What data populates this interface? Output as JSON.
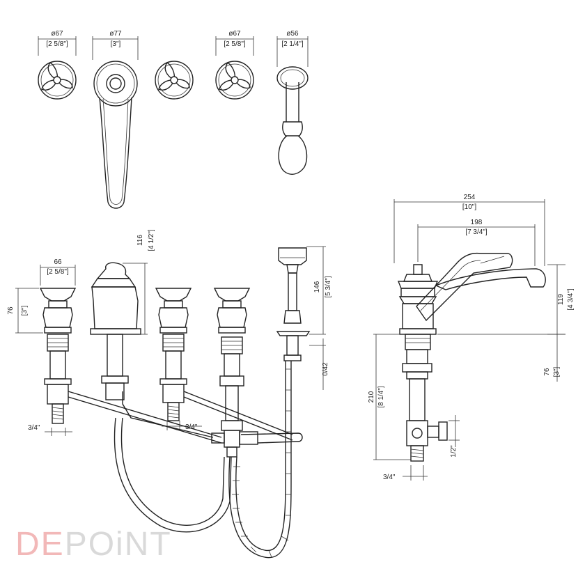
{
  "brand": {
    "part1": "DE",
    "part2": "POiNT"
  },
  "colors": {
    "line": "#222222",
    "brand_pink": "#f2b8b8",
    "brand_grey": "#d9d9d9",
    "background": "#ffffff"
  },
  "dimensions": {
    "top_handle_1": {
      "mm": "ø67",
      "in": "[2 5/8\"]"
    },
    "top_spout": {
      "mm": "ø77",
      "in": "[3\"]"
    },
    "top_handle_3": {
      "mm": "ø67",
      "in": "[2 5/8\"]"
    },
    "top_shower": {
      "mm": "ø56",
      "in": "[2 1/4\"]"
    },
    "front_handle_width": {
      "mm": "66",
      "in": "[2 5/8\"]"
    },
    "front_spout_height": {
      "mm": "116",
      "in": "[4 1/2\"]"
    },
    "front_handle_height": {
      "mm": "76",
      "in": "[3\"]"
    },
    "front_shower_height": {
      "mm": "146",
      "in": "[5 3/4\"]"
    },
    "front_deck": "0/42",
    "front_thread_left": "3/4\"",
    "front_thread_mid": "3/4\"",
    "side_total_width": {
      "mm": "254",
      "in": "[10\"]"
    },
    "side_spout_reach": {
      "mm": "198",
      "in": "[7 3/4\"]"
    },
    "side_spout_height": {
      "mm": "119",
      "in": "[4 3/4\"]"
    },
    "side_base_height": {
      "mm": "76",
      "in": "[3\"]"
    },
    "side_body_length": {
      "mm": "210",
      "in": "[8 1/4\"]"
    },
    "side_outlet": "1/2\"",
    "side_thread": "3/4\""
  }
}
